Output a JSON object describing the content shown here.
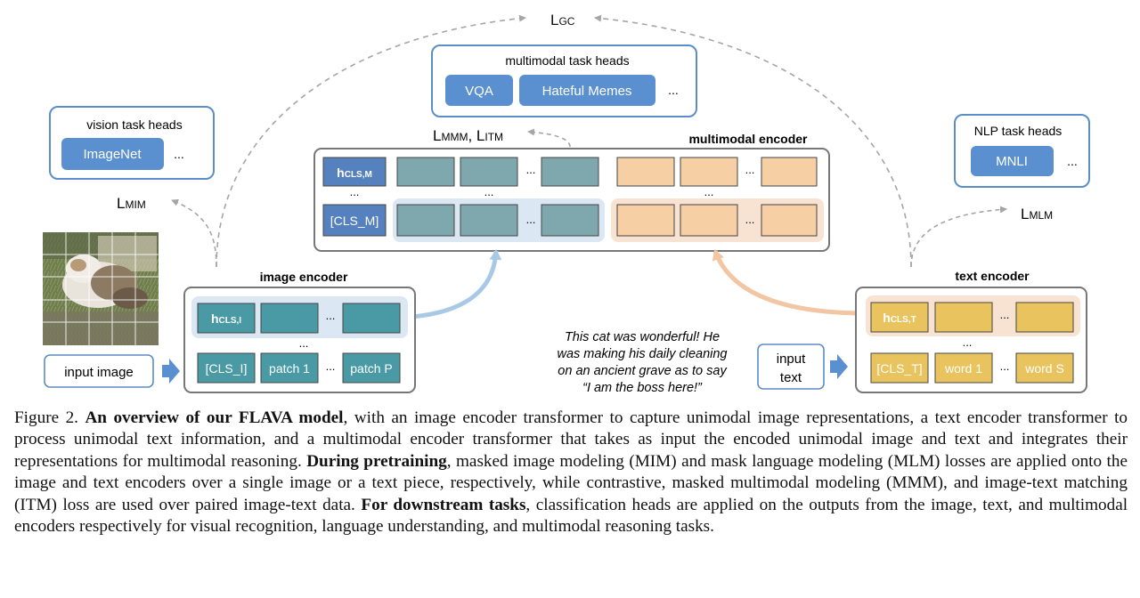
{
  "diagram": {
    "losses": {
      "gc": {
        "main": "L",
        "sub": "GC"
      },
      "mim": {
        "main": "L",
        "sub": "MIM"
      },
      "mlm": {
        "main": "L",
        "sub": "MLM"
      },
      "mmm": {
        "main": "L",
        "sub": "MMM"
      },
      "mmm_sep": ", ",
      "itm": {
        "main": "L",
        "sub": "ITM"
      }
    },
    "multimodal_heads": {
      "title": "multimodal task heads",
      "items": [
        "VQA",
        "Hateful Memes"
      ],
      "more": "..."
    },
    "vision_heads": {
      "title": "vision task heads",
      "items": [
        "ImageNet"
      ],
      "more": "..."
    },
    "nlp_heads": {
      "title": "NLP task heads",
      "items": [
        "MNLI"
      ],
      "more": "..."
    },
    "multimodal_encoder": {
      "title": "multimodal encoder",
      "hcls": {
        "main": "h",
        "sub": "CLS,M"
      },
      "cls": "[CLS_M]",
      "ellipsis": "...",
      "vdots": "..."
    },
    "image_encoder": {
      "title": "image encoder",
      "hcls": {
        "main": "h",
        "sub": "CLS,I"
      },
      "cls": "[CLS_I]",
      "patch1": "patch 1",
      "patchP": "patch P",
      "ellipsis": "...",
      "vdots": "..."
    },
    "text_encoder": {
      "title": "text encoder",
      "hcls": {
        "main": "h",
        "sub": "CLS,T"
      },
      "cls": "[CLS_T]",
      "word1": "word 1",
      "wordS": "word S",
      "ellipsis": "...",
      "vdots": "..."
    },
    "input_image": "input image",
    "input_text": [
      "input",
      "text"
    ],
    "sample_text": [
      "This cat was wonderful! He",
      "was making his daily cleaning",
      "on an ancient grave as to say",
      "“I am the boss here!”"
    ]
  },
  "caption": {
    "label": "Figure 2.",
    "bold1": "An overview of our FLAVA model",
    "text1": ", with an image encoder transformer to capture unimodal image representations, a text encoder transformer to process unimodal text information, and a multimodal encoder transformer that takes as input the encoded unimodal image and text and integrates their representations for multimodal reasoning.",
    "bold2": "During pretraining",
    "text2": ", masked image modeling (MIM) and mask language modeling (MLM) losses are applied onto the image and text encoders over a single image or a text piece, respectively, while contrastive, masked multimodal modeling (MMM), and image-text matching (ITM) loss are used over paired image-text data.",
    "bold3": "For downstream tasks",
    "text3": ", classification heads are applied on the outputs from the image, text, and multimodal encoders respectively for visual recognition, language understanding, and multimodal reasoning tasks."
  },
  "colors": {
    "head_border": "#5b8ec6",
    "head_button": "#5a8fd0",
    "encoder_border": "#777777",
    "teal_token": "#4a9aa5",
    "mm_teal": "#7fa8ae",
    "peach_token": "#f6cfa4",
    "yellow_token": "#e9c35e",
    "blue_highlight": "#dbe8f4",
    "peach_highlight": "#f8e2d2",
    "cls_blue": "#5582bf",
    "arrow_blue": "#a8c9e6",
    "arrow_peach": "#f2c5a3",
    "dashed": "#a5a5a5"
  }
}
